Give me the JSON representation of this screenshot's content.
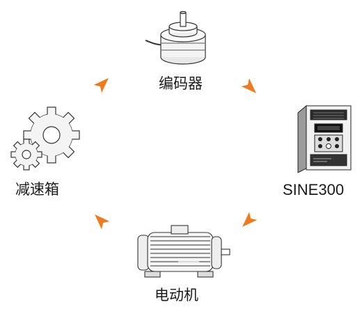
{
  "diagram": {
    "accent_color": "#f07a1e",
    "nodes": {
      "encoder": {
        "label": "编码器",
        "icon": "rotary-encoder-icon"
      },
      "drive": {
        "label": "SINE300",
        "icon": "inverter-drive-icon"
      },
      "motor": {
        "label": "电动机",
        "icon": "electric-motor-icon"
      },
      "gearbox": {
        "label": "减速箱",
        "icon": "gears-icon"
      }
    },
    "cycle": [
      "encoder",
      "drive",
      "motor",
      "gearbox"
    ]
  }
}
